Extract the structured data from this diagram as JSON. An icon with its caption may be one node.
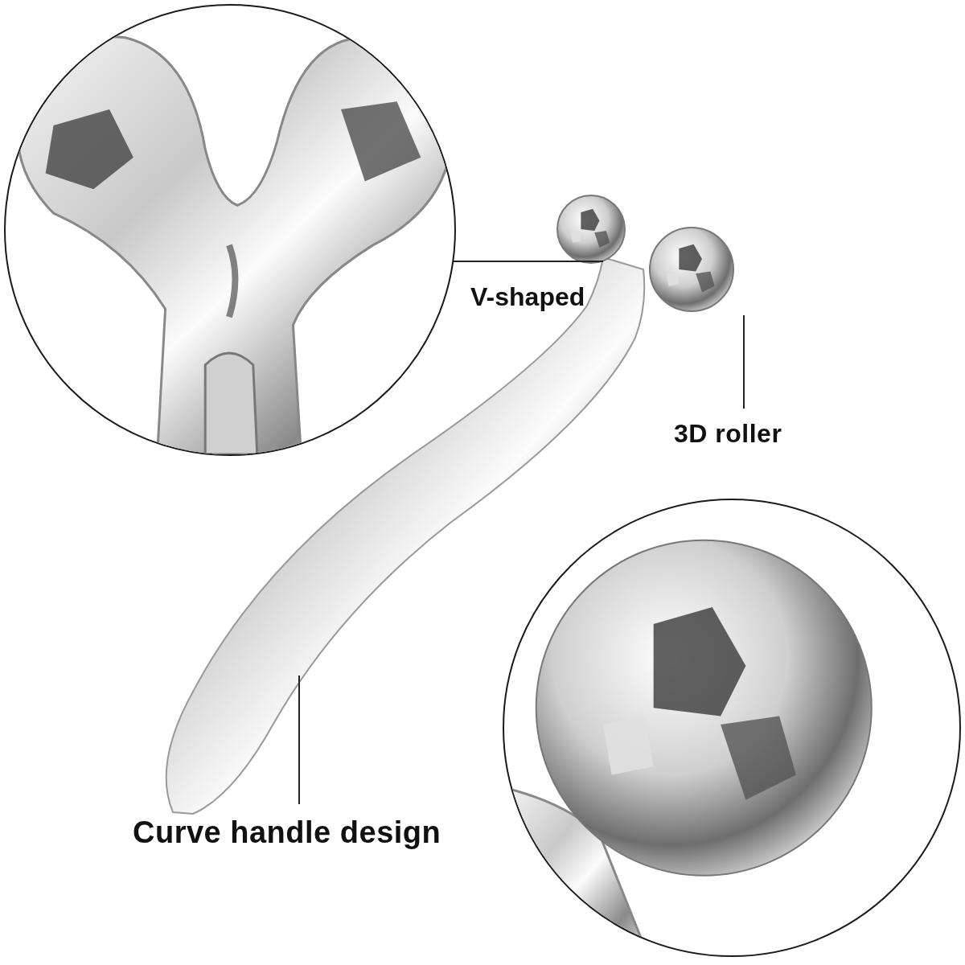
{
  "diagram": {
    "nodes": [
      {
        "text": [],
        "shape": "picture"
      },
      {
        "text": [
          "3D roller"
        ]
      },
      {
        "text": [
          "Curve handle design"
        ]
      },
      {
        "text": [],
        "shape": "picture"
      }
    ],
    "edges": [
      {
        "from": 0,
        "to": null,
        "arrow": "none",
        "label": "V-shaped"
      },
      {
        "from": 1,
        "to": null,
        "arrow": "none"
      },
      {
        "from": 2,
        "to": null,
        "arrow": "none"
      }
    ]
  }
}
